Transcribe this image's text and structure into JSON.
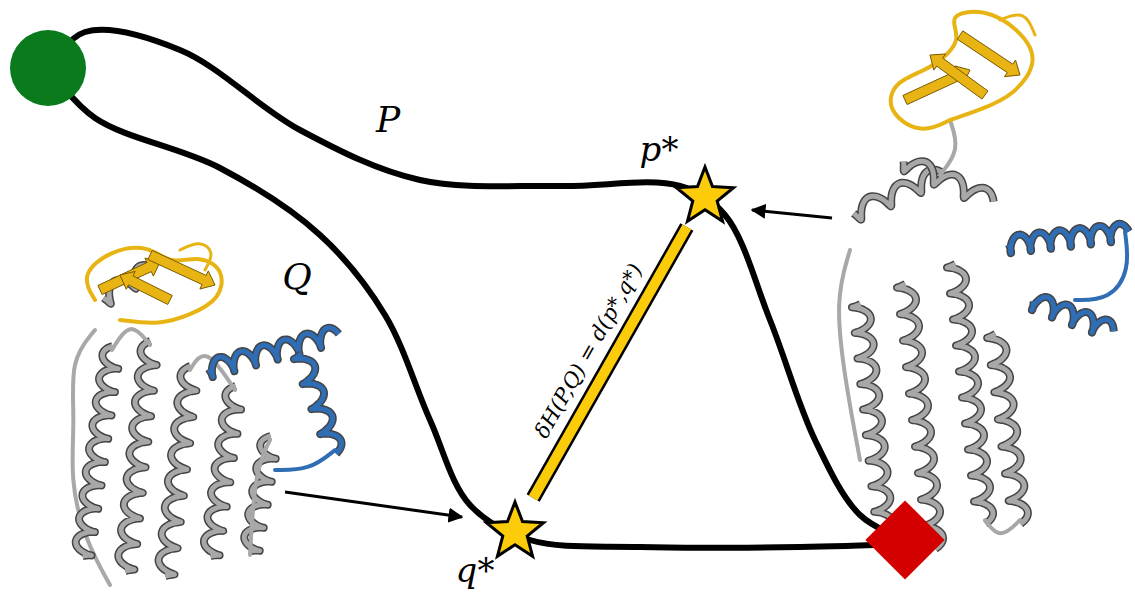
{
  "diagram": {
    "nodes": [
      {
        "text": [
          "p*"
        ]
      },
      {
        "text": [
          "q*"
        ]
      }
    ],
    "edges": [
      {
        "from": 0,
        "to": 1,
        "arrow": "none",
        "label": "δH(P,Q) = d(p*,q*)"
      }
    ],
    "labels": [
      "P",
      "Q"
    ]
  }
}
